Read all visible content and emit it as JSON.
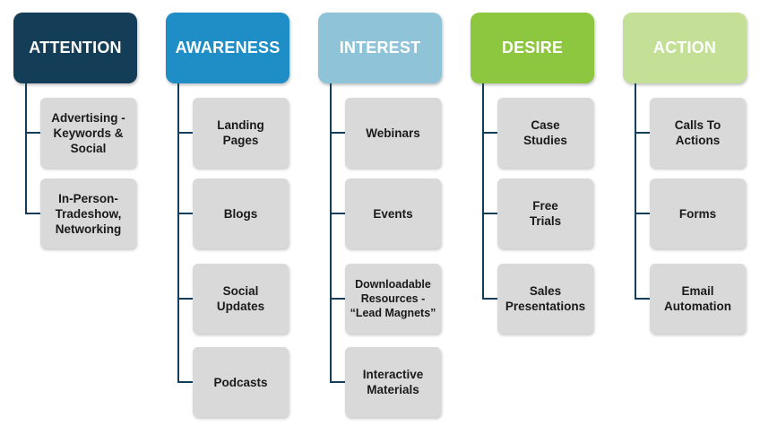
{
  "stages": [
    {
      "title": "ATTENTION",
      "color": "#143e57",
      "items": [
        "Advertising -\nKeywords &\nSocial",
        "In-Person-\nTradeshow,\nNetworking"
      ]
    },
    {
      "title": "AWARENESS",
      "color": "#1f8ec6",
      "items": [
        "Landing\nPages",
        "Blogs",
        "Social\nUpdates",
        "Podcasts"
      ]
    },
    {
      "title": "INTEREST",
      "color": "#8ec3d8",
      "items": [
        "Webinars",
        "Events",
        "Downloadable\nResources -\n“Lead Magnets”",
        "Interactive\nMaterials"
      ]
    },
    {
      "title": "DESIRE",
      "color": "#8dc63f",
      "items": [
        "Case\nStudies",
        "Free\nTrials",
        "Sales\nPresentations"
      ]
    },
    {
      "title": "ACTION",
      "color": "#c4df96",
      "items": [
        "Calls To\nActions",
        "Forms",
        "Email\nAutomation"
      ]
    }
  ],
  "connector_color": "#143e57",
  "card_color": "#d9d9d9"
}
